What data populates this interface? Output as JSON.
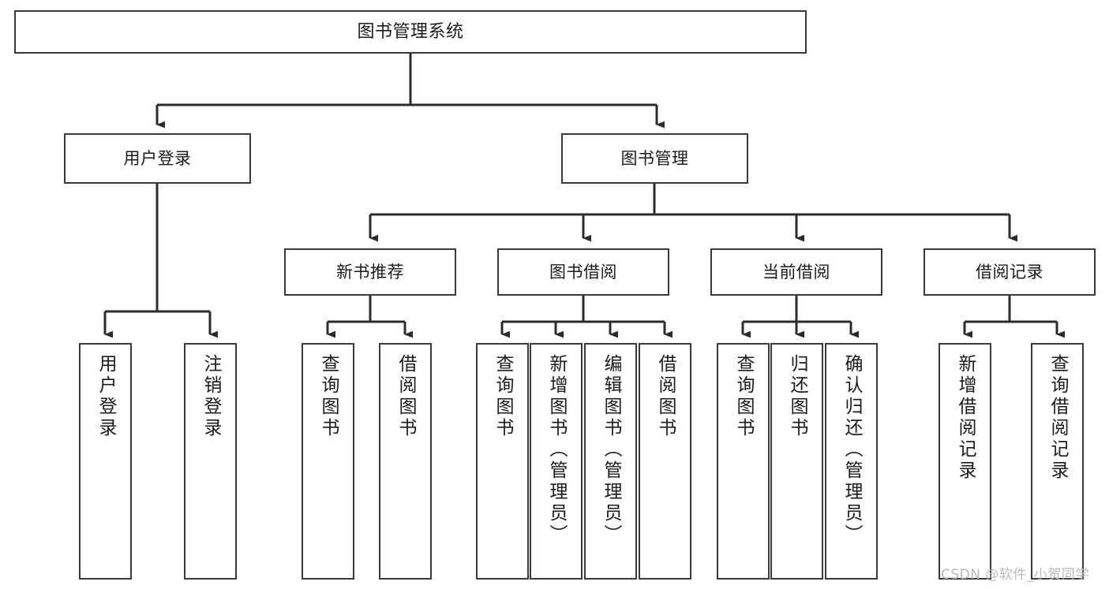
{
  "diagram": {
    "title": "图书管理系统",
    "watermark": "CSDN @软件_小贺同学",
    "colors": {
      "box_border": "#3a3a3a",
      "box_fill": "#ffffff",
      "edge": "#2b2b2b",
      "text": "#1b1b1b",
      "watermark": "#b9b9b9",
      "background": "#ffffff"
    },
    "root": {
      "label": "图书管理系统"
    },
    "level2": [
      {
        "label": "用户登录"
      },
      {
        "label": "图书管理"
      }
    ],
    "level3": [
      {
        "label": "新书推荐"
      },
      {
        "label": "图书借阅"
      },
      {
        "label": "当前借阅"
      },
      {
        "label": "借阅记录"
      }
    ],
    "leaves": {
      "user_login": [
        {
          "label": "用户登录"
        },
        {
          "label": "注销登录"
        }
      ],
      "new_book_recommend": [
        {
          "label": "查询图书"
        },
        {
          "label": "借阅图书"
        }
      ],
      "book_borrow": [
        {
          "label": "查询图书"
        },
        {
          "label": "新增图书（管理员）"
        },
        {
          "label": "编辑图书（管理员）"
        },
        {
          "label": "借阅图书"
        }
      ],
      "current_borrow": [
        {
          "label": "查询图书"
        },
        {
          "label": "归还图书"
        },
        {
          "label": "确认归还（管理员）"
        }
      ],
      "borrow_record": [
        {
          "label": "新增借阅记录"
        },
        {
          "label": "查询借阅记录"
        }
      ]
    }
  }
}
